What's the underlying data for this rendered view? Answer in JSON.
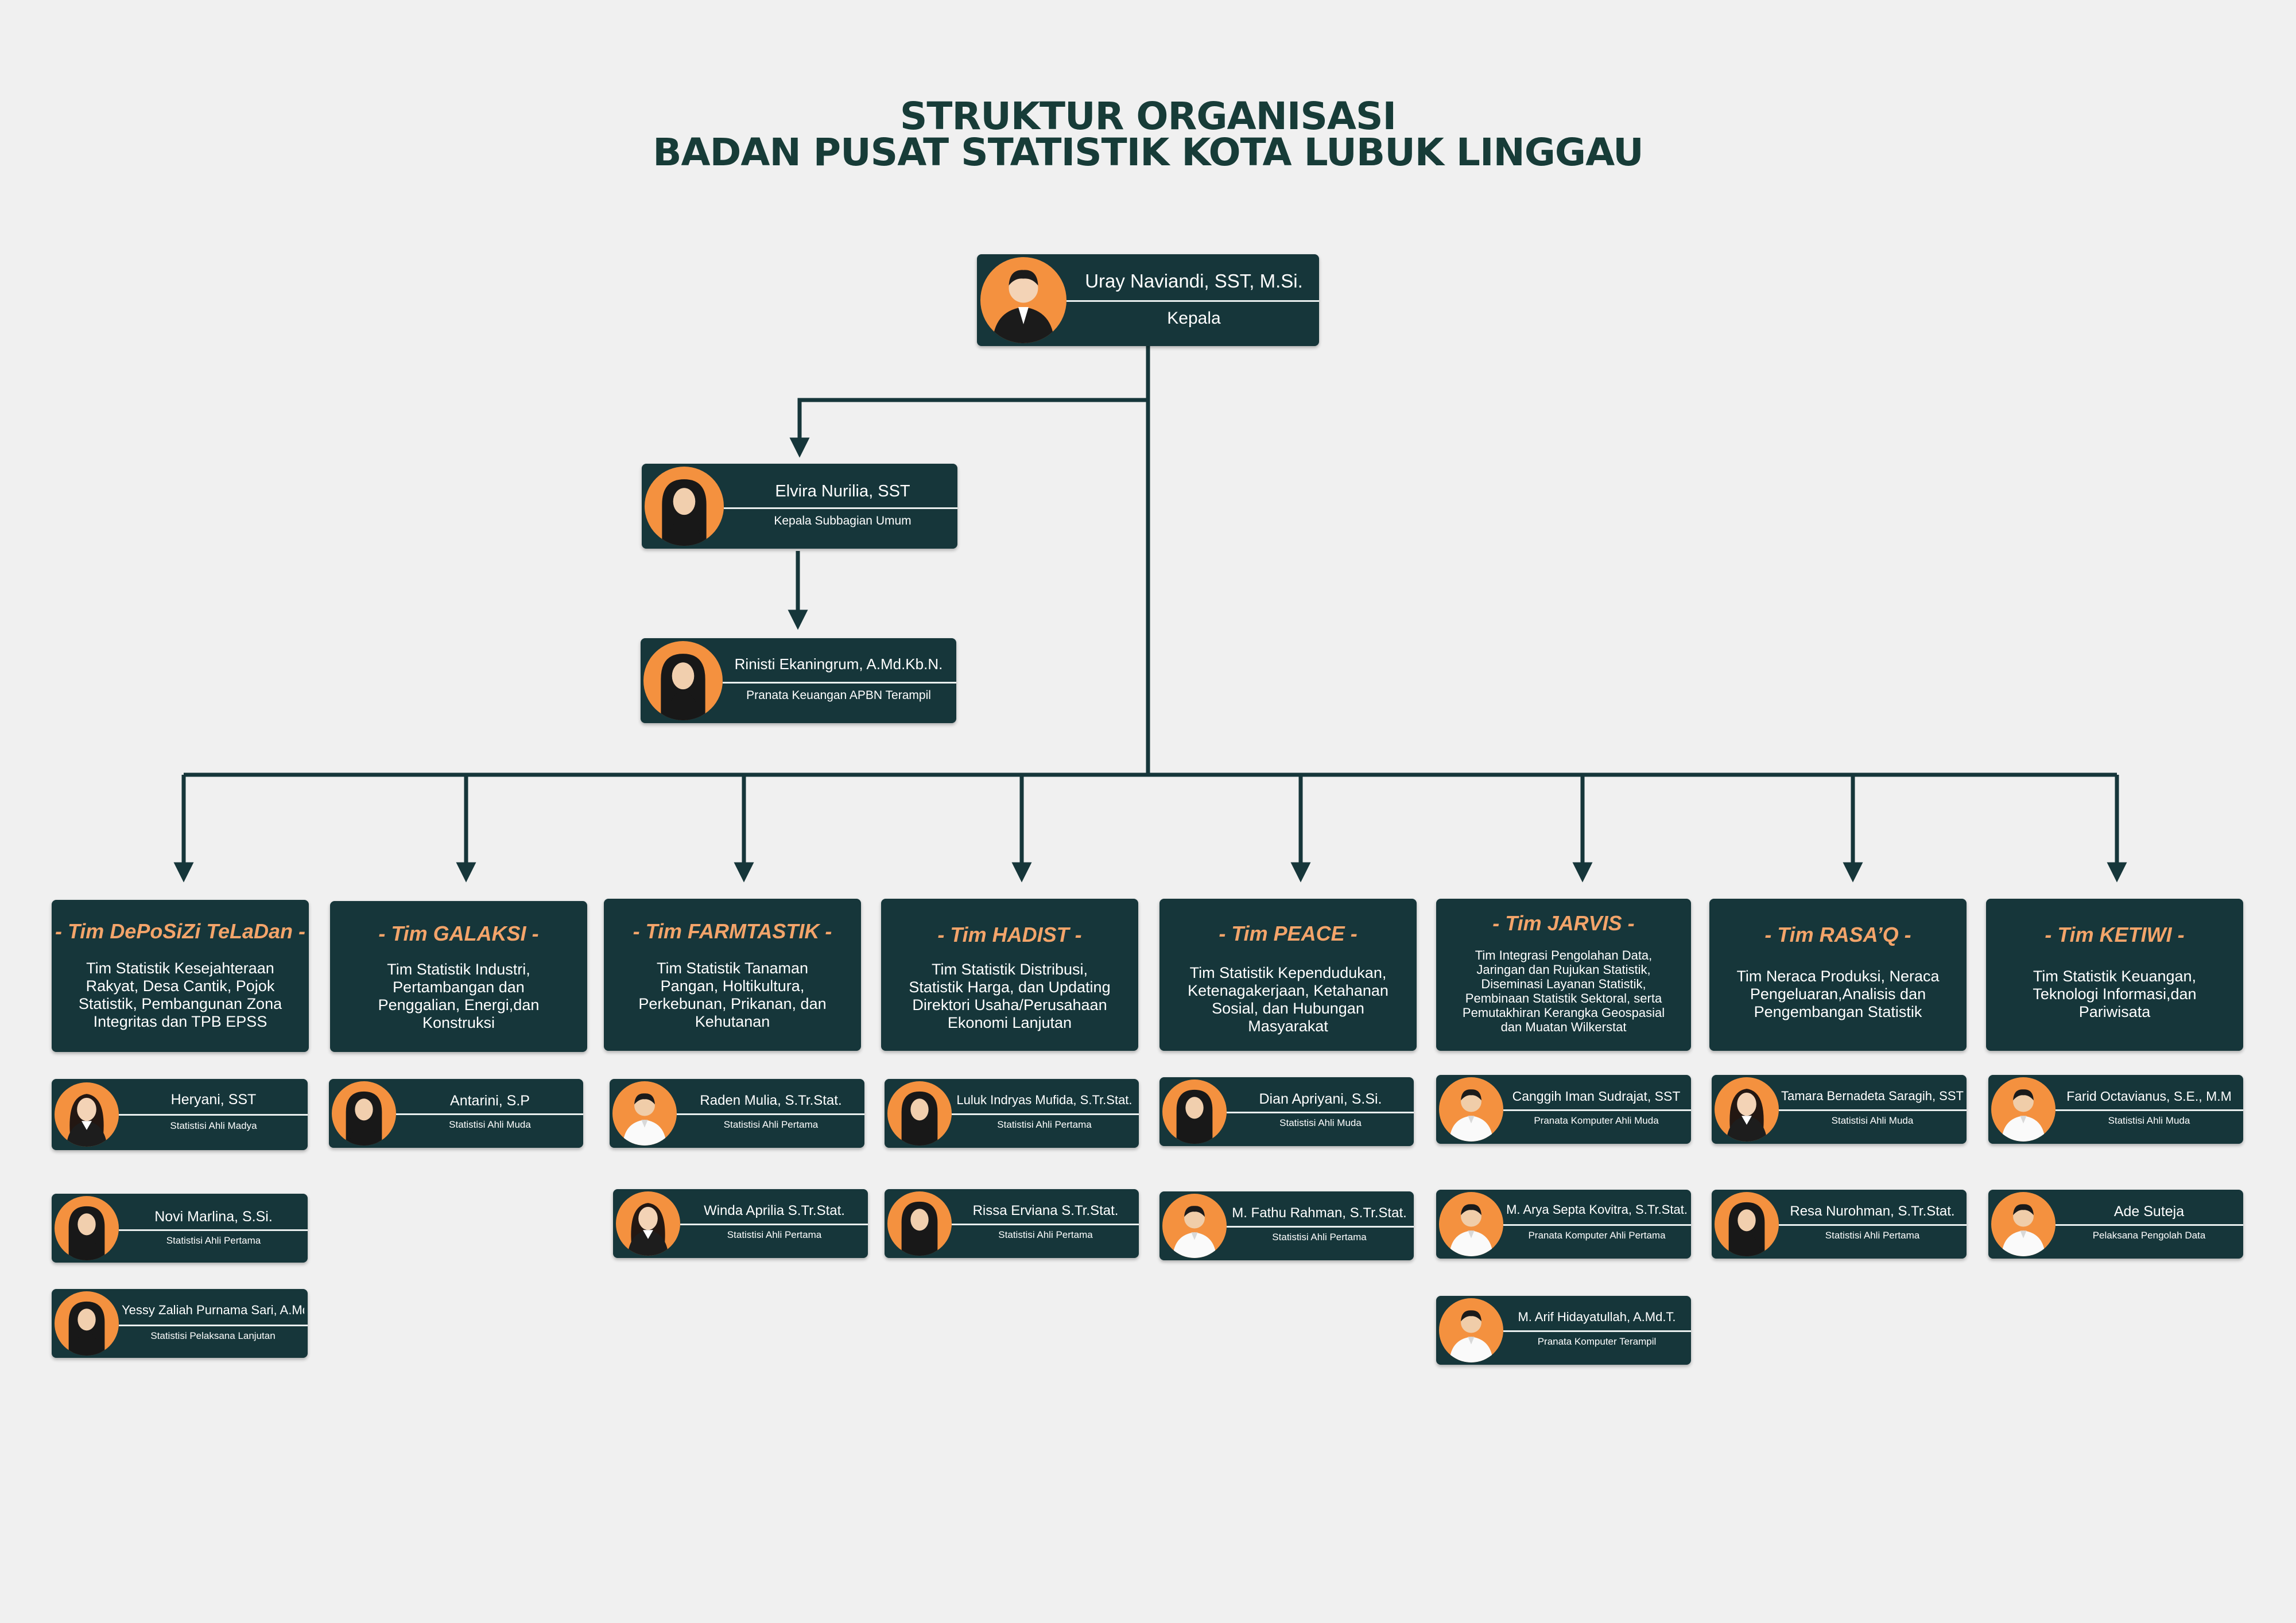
{
  "title": {
    "line1": "STRUKTUR ORGANISASI",
    "line2": "BADAN PUSAT STATISTIK KOTA LUBUK LINGGAU"
  },
  "palette": {
    "background": "#f0f0f0",
    "card": "#16363a",
    "accent": "#f4913f",
    "team_title": "#f3a46a",
    "title_text": "#173c38"
  },
  "head": {
    "name": "Uray Naviandi, SST, M.Si.",
    "role": "Kepala",
    "avatar": "male-avatar-icon"
  },
  "subbag": {
    "name": "Elvira Nurilia, SST",
    "role": "Kepala Subbagian Umum",
    "avatar": "hijab-avatar-icon"
  },
  "staff": {
    "name": "Rinisti Ekaningrum, A.Md.Kb.N.",
    "role": "Pranata Keuangan APBN Terampil",
    "avatar": "hijab-avatar-icon"
  },
  "teams": [
    {
      "name": "- Tim DePoSiZi TeLaDan -",
      "desc": "Tim Statistik Kesejahteraan Rakyat, Desa Cantik, Pojok Statistik, Pembangunan Zona Integritas dan TPB EPSS",
      "members": [
        {
          "name": "Heryani, SST",
          "role": "Statistisi Ahli Madya",
          "avatar": "female-avatar-icon"
        },
        {
          "name": "Novi Marlina, S.Si.",
          "role": "Statistisi Ahli Pertama",
          "avatar": "hijab-avatar-icon"
        },
        {
          "name": "Yessy Zaliah Purnama Sari, A.Md.",
          "role": "Statistisi Pelaksana Lanjutan",
          "avatar": "hijab-avatar-icon"
        }
      ]
    },
    {
      "name": "- Tim GALAKSI -",
      "desc": "Tim Statistik Industri, Pertambangan dan Penggalian, Energi,dan Konstruksi",
      "members": [
        {
          "name": "Antarini, S.P",
          "role": "Statistisi Ahli Muda",
          "avatar": "hijab-avatar-icon"
        }
      ]
    },
    {
      "name": "- Tim FARMTASTIK -",
      "desc": "Tim Statistik Tanaman Pangan, Holtikultura, Perkebunan, Prikanan, dan Kehutanan",
      "members": [
        {
          "name": "Raden Mulia, S.Tr.Stat.",
          "role": "Statistisi Ahli Pertama",
          "avatar": "male-avatar-icon"
        },
        {
          "name": "Winda Aprilia S.Tr.Stat.",
          "role": "Statistisi Ahli Pertama",
          "avatar": "female-avatar-icon"
        }
      ]
    },
    {
      "name": "- Tim HADIST -",
      "desc": "Tim Statistik Distribusi, Statistik Harga, dan Updating Direktori Usaha/Perusahaan Ekonomi Lanjutan",
      "members": [
        {
          "name": "Luluk Indryas Mufida, S.Tr.Stat.",
          "role": "Statistisi Ahli Pertama",
          "avatar": "hijab-avatar-icon"
        },
        {
          "name": "Rissa Erviana S.Tr.Stat.",
          "role": "Statistisi Ahli Pertama",
          "avatar": "hijab-avatar-icon"
        }
      ]
    },
    {
      "name": "- Tim PEACE -",
      "desc": "Tim Statistik Kependudukan, Ketenagakerjaan, Ketahanan Sosial, dan Hubungan Masyarakat",
      "members": [
        {
          "name": "Dian Apriyani, S.Si.",
          "role": "Statistisi Ahli Muda",
          "avatar": "hijab-avatar-icon"
        },
        {
          "name": "M. Fathu Rahman, S.Tr.Stat.",
          "role": "Statistisi Ahli Pertama",
          "avatar": "male-avatar-icon"
        }
      ]
    },
    {
      "name": "- Tim JARVIS -",
      "desc": "Tim Integrasi Pengolahan Data, Jaringan dan Rujukan Statistik, Diseminasi Layanan Statistik, Pembinaan Statistik Sektoral, serta Pemutakhiran Kerangka Geospasial dan Muatan Wilkerstat",
      "members": [
        {
          "name": "Canggih Iman Sudrajat, SST",
          "role": "Pranata Komputer Ahli Muda",
          "avatar": "male-avatar-icon"
        },
        {
          "name": "M. Arya Septa Kovitra, S.Tr.Stat.",
          "role": "Pranata Komputer Ahli Pertama",
          "avatar": "male-avatar-icon"
        },
        {
          "name": "M. Arif Hidayatullah, A.Md.T.",
          "role": "Pranata Komputer Terampil",
          "avatar": "male-avatar-icon"
        }
      ]
    },
    {
      "name": "- Tim RASA’Q -",
      "desc": "Tim Neraca Produksi, Neraca Pengeluaran,Analisis dan Pengembangan Statistik",
      "members": [
        {
          "name": "Tamara Bernadeta Saragih, SST",
          "role": "Statistisi Ahli Muda",
          "avatar": "female-avatar-icon"
        },
        {
          "name": "Resa Nurohman, S.Tr.Stat.",
          "role": "Statistisi Ahli Pertama",
          "avatar": "hijab-avatar-icon"
        }
      ]
    },
    {
      "name": "- Tim KETIWI -",
      "desc": "Tim Statistik Keuangan, Teknologi Informasi,dan Pariwisata",
      "members": [
        {
          "name": "Farid Octavianus, S.E., M.M",
          "role": "Statistisi Ahli Muda",
          "avatar": "male-avatar-icon"
        },
        {
          "name": "Ade Suteja",
          "role": "Pelaksana Pengolah Data",
          "avatar": "male-avatar-icon"
        }
      ]
    }
  ]
}
